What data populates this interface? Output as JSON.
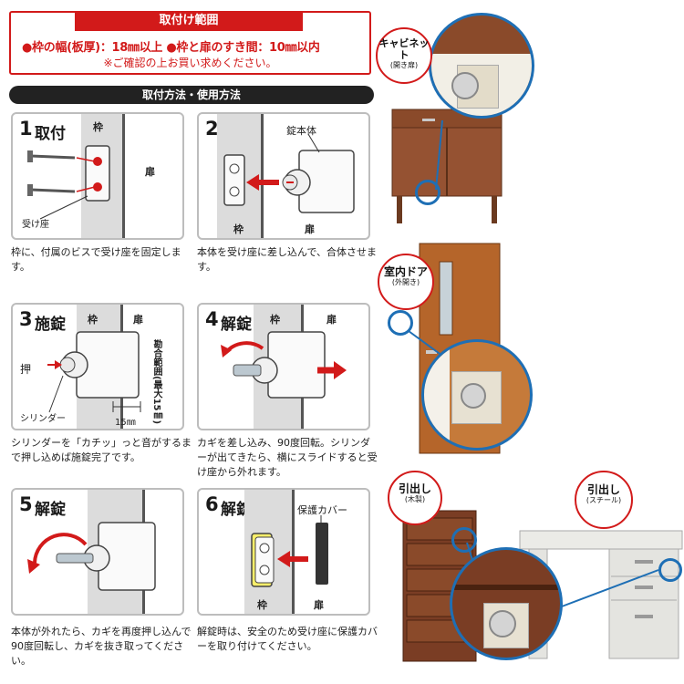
{
  "range": {
    "title": "取付け範囲",
    "line1": "●枠の幅(板厚)：18㎜以上 ●枠と扉のすき間：10㎜以内",
    "line2": "※ご確認の上お買い求めください。"
  },
  "method_header": "取付方法・使用方法",
  "steps": [
    {
      "num": "1",
      "title": "取付",
      "labels": {
        "frame": "枠",
        "door": "扉",
        "receiver": "受け座"
      },
      "description": "枠に、付属のビスで受け座を固定します。"
    },
    {
      "num": "2",
      "title": "施錠",
      "labels": {
        "body": "錠本体",
        "frame": "枠",
        "door": "扉"
      },
      "description": "本体を受け座に差し込んで、合体させます。"
    },
    {
      "num": "3",
      "title": "施錠",
      "labels": {
        "frame": "枠",
        "door": "扉",
        "push": "押",
        "cylinder": "シリンダー",
        "range": "勘合範囲(最大15㎜)",
        "measure": "15㎜"
      },
      "description": "シリンダーを「カチッ」っと音がするまで押し込めば施錠完了です。"
    },
    {
      "num": "4",
      "title": "解錠",
      "labels": {
        "frame": "枠",
        "door": "扉"
      },
      "description": "カギを差し込み、90度回転。シリンダーが出てきたら、横にスライドすると受け座から外れます。"
    },
    {
      "num": "5",
      "title": "解錠",
      "labels": {},
      "description": "本体が外れたら、カギを再度押し込んで90度回転し、カギを抜き取ってください。"
    },
    {
      "num": "6",
      "title": "解錠時",
      "labels": {
        "cover": "保護カバー",
        "frame": "枠",
        "door": "扉"
      },
      "description": "解錠時は、安全のため受け座に保護カバーを取り付けてください。"
    }
  ],
  "uses": [
    {
      "main": "キャビネット",
      "sub": "(開き扉)"
    },
    {
      "main": "室内ドア",
      "sub": "(外開き)"
    },
    {
      "main": "引出し",
      "sub": "(木製)"
    },
    {
      "main": "引出し",
      "sub": "(スチール)"
    }
  ],
  "colors": {
    "accent": "#d21a1a",
    "zoom_ring": "#1e6fb5",
    "wood": "#8a4a2a",
    "steel": "#e4e4e0"
  }
}
